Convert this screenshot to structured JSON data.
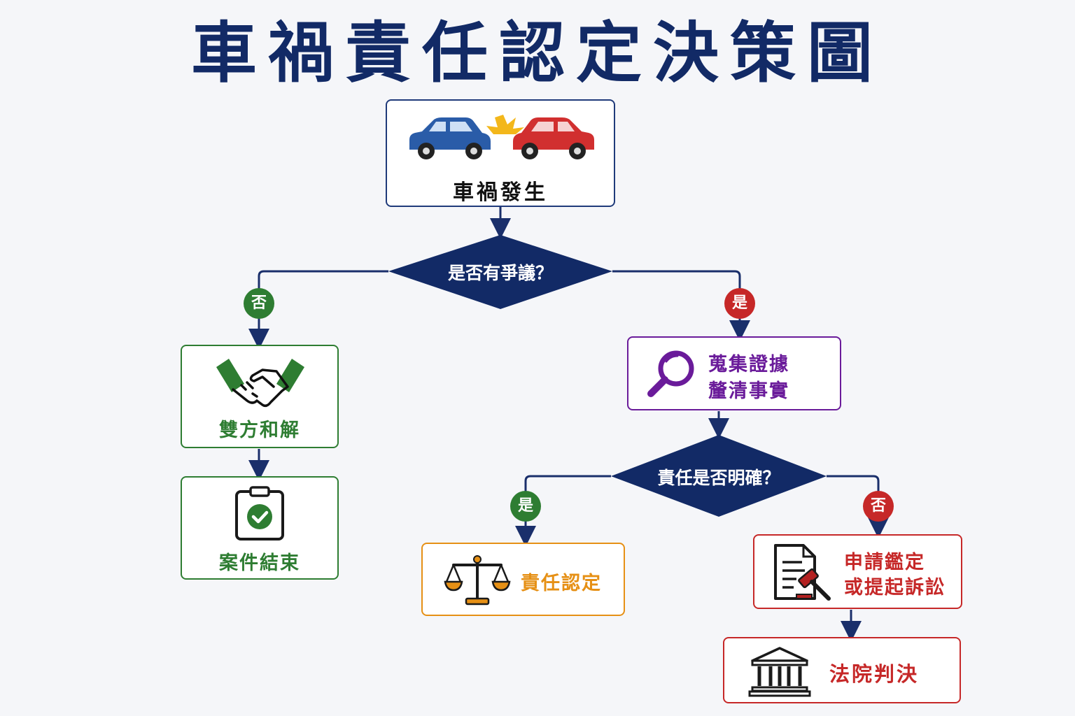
{
  "title": "車禍責任認定決策圖",
  "nodes": {
    "start": {
      "label": "車禍發生"
    },
    "q1": {
      "label": "是否有爭議？"
    },
    "settle": {
      "label": "雙方和解"
    },
    "closed": {
      "label": "案件結束"
    },
    "evidence": {
      "line1": "蒐集證據",
      "line2": "釐清事實"
    },
    "q2": {
      "label": "責任是否明確？"
    },
    "liability": {
      "label": "責任認定"
    },
    "appraisal": {
      "line1": "申請鑑定",
      "line2": "或提起訴訟"
    },
    "court": {
      "label": "法院判決"
    }
  },
  "badges": {
    "q1_no": "否",
    "q1_yes": "是",
    "q2_yes": "是",
    "q2_no": "否"
  },
  "icons": {
    "start": "car-collision-icon",
    "settle": "handshake-icon",
    "closed": "clipboard-check-icon",
    "evidence": "magnifier-icon",
    "liability": "scales-icon",
    "appraisal": "document-gavel-icon",
    "court": "courthouse-icon"
  },
  "colors": {
    "navy": "#122a66",
    "green": "#2e7d32",
    "red": "#c62828",
    "purple": "#6a1b9a",
    "orange": "#e69015"
  }
}
